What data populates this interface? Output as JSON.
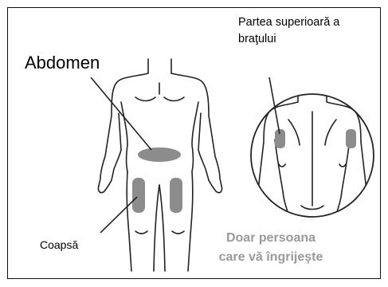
{
  "labels": {
    "abdomen": "Abdomen",
    "thigh": "Coapsă",
    "upper_arm": "Partea superioară a braţului",
    "caregiver_only": "Doar persoana care vă îngrijeşte"
  },
  "icons": {
    "front_body": "front-body-outline",
    "back_body": "back-body-outline"
  },
  "colors": {
    "outline": "#222222",
    "injection_area": "#8c8c8c",
    "caregiver_text": "#9a9a9a",
    "border": "#111111"
  }
}
